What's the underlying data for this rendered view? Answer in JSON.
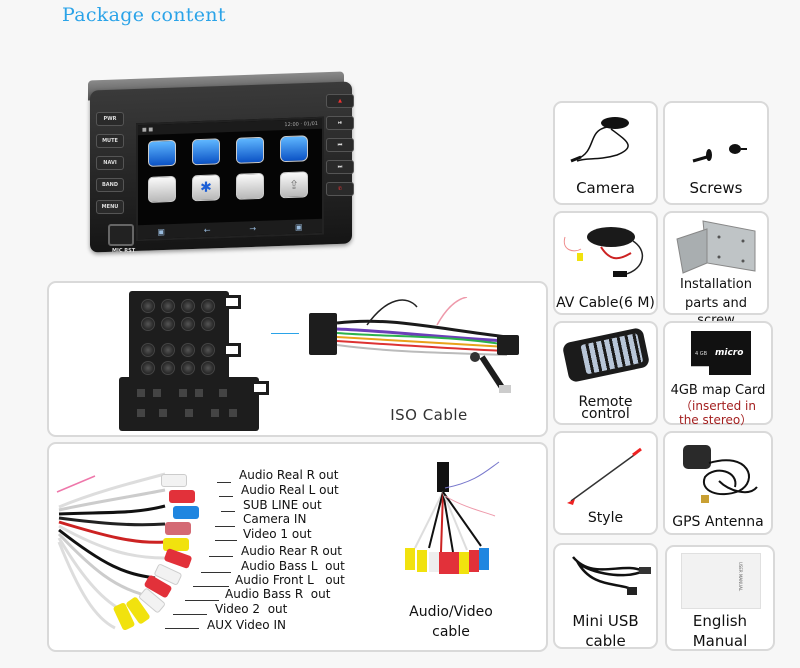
{
  "page": {
    "title": "Package content"
  },
  "stereo": {
    "left_buttons": [
      "PWR",
      "MUTE",
      "NAVI",
      "BAND",
      "MENU"
    ],
    "right_buttons": [
      "▲",
      "⏯",
      "⏮",
      "⏭",
      "✆"
    ],
    "mic_label": "MIC RST",
    "nav_glyphs": [
      "▣",
      "←",
      "→",
      "▣"
    ],
    "app_tiles": [
      {
        "icon": "radio-icon",
        "style": "blue"
      },
      {
        "icon": "tv-icon",
        "style": "blue"
      },
      {
        "icon": "settings-icon",
        "style": "blue"
      },
      {
        "icon": "navigation-icon",
        "style": "blue"
      },
      {
        "icon": "map-icon",
        "style": "grey"
      },
      {
        "icon": "bluetooth-icon",
        "style": "grey"
      },
      {
        "icon": "ipod-icon",
        "style": "grey"
      },
      {
        "icon": "usb-icon",
        "style": "grey"
      }
    ]
  },
  "iso": {
    "label": "ISO Cable"
  },
  "av": {
    "label_line1": "Audio/Video",
    "label_line2": "cable",
    "connectors": [
      "Audio Real R out",
      "Audio Real L out",
      "SUB LINE out",
      "Camera IN",
      "Video 1 out",
      "Audio Rear R out",
      "Audio Bass L  out",
      "Audio Front L   out",
      "Audio Bass R  out",
      "Video 2  out",
      "AUX Video IN"
    ]
  },
  "items": [
    {
      "name": "camera",
      "lines": [
        "Camera"
      ]
    },
    {
      "name": "screws",
      "lines": [
        "Screws"
      ]
    },
    {
      "name": "av-cable",
      "lines": [
        "AV Cable(6 M)"
      ]
    },
    {
      "name": "installation",
      "lines": [
        "Installation",
        "parts and screw"
      ]
    },
    {
      "name": "remote",
      "lines": [
        "Remote",
        "control"
      ]
    },
    {
      "name": "map-card",
      "lines": [
        "4GB map Card",
        "（inserted in",
        "the stereo）"
      ]
    },
    {
      "name": "style",
      "lines": [
        "Style"
      ]
    },
    {
      "name": "gps",
      "lines": [
        "GPS Antenna"
      ]
    },
    {
      "name": "mini-usb",
      "lines": [
        "Mini USB",
        "cable"
      ]
    },
    {
      "name": "manual",
      "lines": [
        "English",
        "Manual"
      ]
    }
  ],
  "card_text": {
    "microsd_brand": "micro",
    "microsd_size": "4 GB",
    "manual_title": "USER MANUAL"
  },
  "colors": {
    "title": "#2aa3e8",
    "note_red": "#a31f1f",
    "card_border": "#d9d9d9"
  }
}
